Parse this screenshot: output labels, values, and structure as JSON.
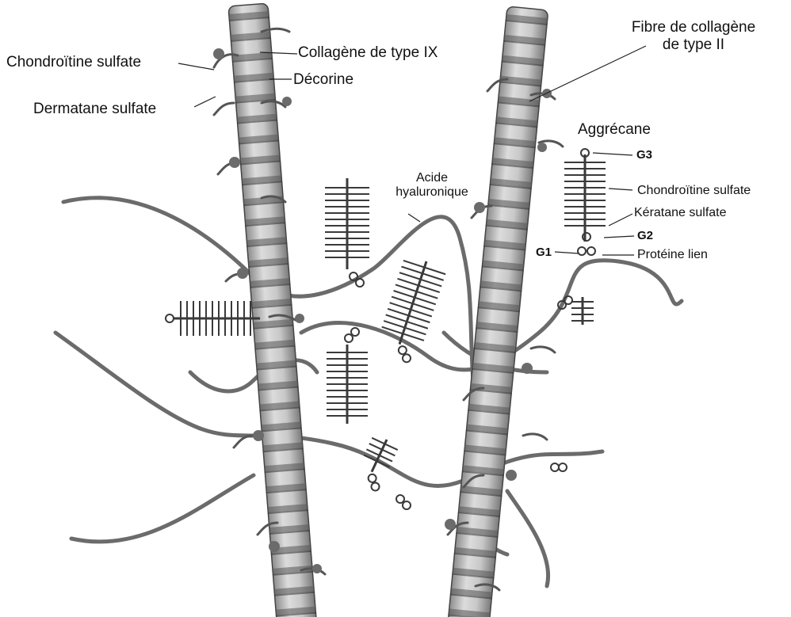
{
  "labels": {
    "chondroitine_sulfate_left": "Chondroïtine sulfate",
    "collagene_type_ix": "Collagène de type IX",
    "decorine": "Décorine",
    "dermatane_sulfate": "Dermatane sulfate",
    "fibre_collagene_line1": "Fibre de collagène",
    "fibre_collagene_line2": "de type II",
    "aggrecane": "Aggrécane",
    "g3": "G3",
    "chondroitine_sulfate_right": "Chondroïtine sulfate",
    "keratane_sulfate": "Kératane sulfate",
    "g2": "G2",
    "g1": "G1",
    "proteine_lien": "Protéine lien",
    "acide_line1": "Acide",
    "acide_line2": "hyaluronique"
  }
}
